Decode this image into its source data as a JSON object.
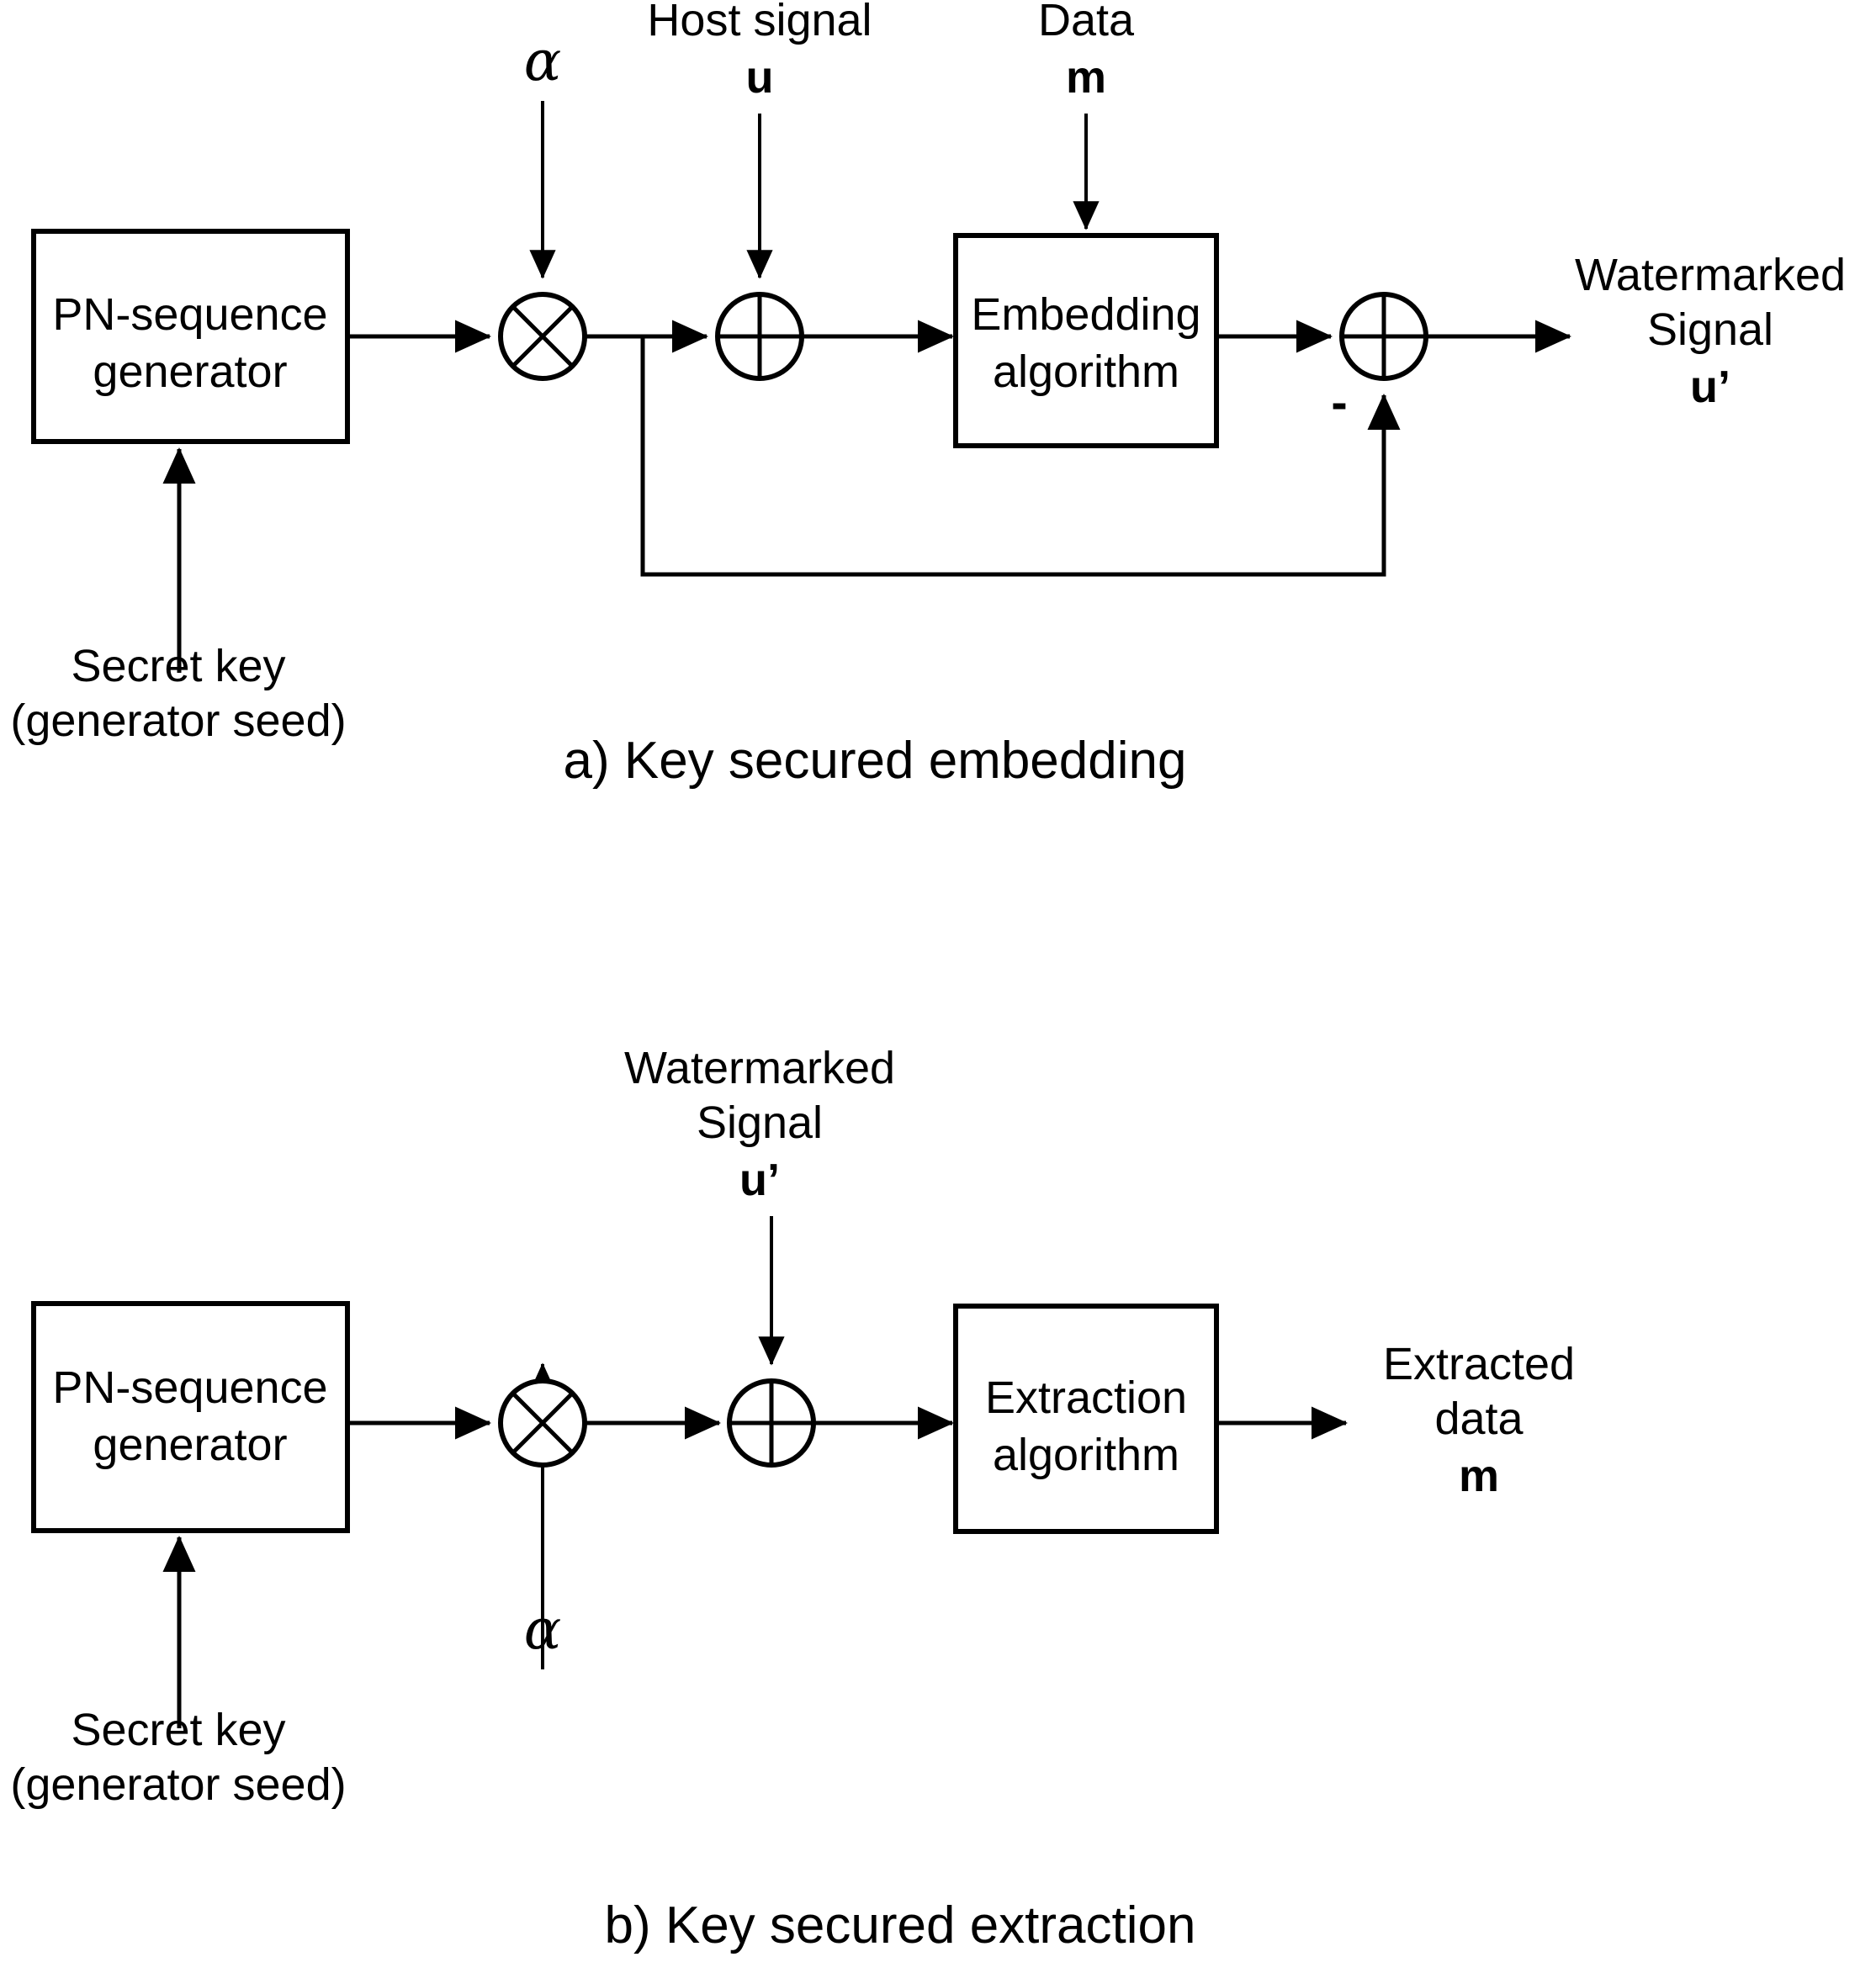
{
  "figure": {
    "title": "Key secured watermarking block diagrams",
    "background_color": "#ffffff",
    "line_color": "#000000"
  },
  "panel_a": {
    "caption": "a) Key secured embedding",
    "blocks": [
      {
        "id": "pn-generator",
        "line1": "PN-sequence",
        "line2": "generator"
      },
      {
        "id": "embedding-algorithm",
        "line1": "Embedding",
        "line2": "algorithm"
      }
    ],
    "nodes": [
      {
        "id": "multiplier",
        "symbol": "multiply"
      },
      {
        "id": "adder-1",
        "symbol": "sum"
      },
      {
        "id": "adder-2",
        "symbol": "sum"
      }
    ],
    "labels": {
      "alpha": "α",
      "host_signal_line1": "Host signal",
      "host_signal_symbol": "u",
      "data_line1": "Data",
      "data_symbol": "m",
      "output_line1": "Watermarked",
      "output_line2": "Signal",
      "output_symbol": "u’",
      "secret_key_line1": "Secret key",
      "secret_key_line2": "(generator seed)",
      "minus_sign": "-"
    }
  },
  "panel_b": {
    "caption": "b) Key secured extraction",
    "blocks": [
      {
        "id": "pn-generator",
        "line1": "PN-sequence",
        "line2": "generator"
      },
      {
        "id": "extraction-algorithm",
        "line1": "Extraction",
        "line2": "algorithm"
      }
    ],
    "nodes": [
      {
        "id": "multiplier",
        "symbol": "multiply"
      },
      {
        "id": "adder-1",
        "symbol": "sum"
      }
    ],
    "labels": {
      "alpha": "α",
      "input_line1": "Watermarked",
      "input_line2": "Signal",
      "input_symbol": "u’",
      "output_line1": "Extracted",
      "output_line2": "data",
      "output_symbol": "m",
      "secret_key_line1": "Secret key",
      "secret_key_line2": "(generator seed)"
    }
  }
}
